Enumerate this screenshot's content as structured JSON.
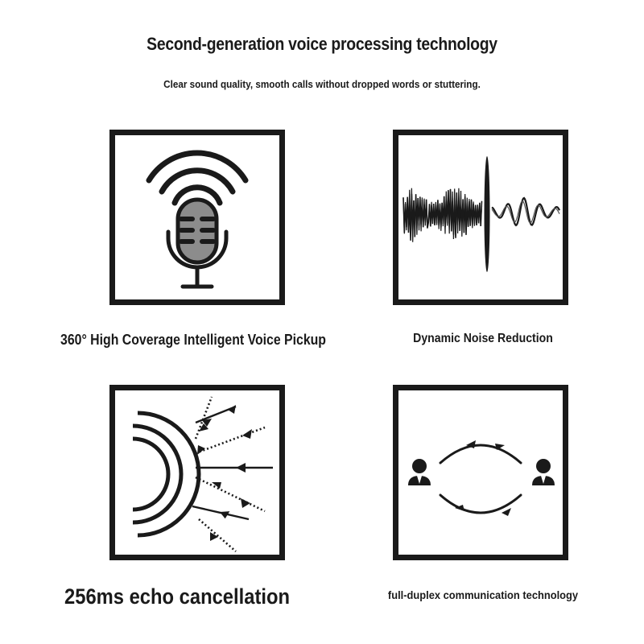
{
  "header": {
    "title": "Second-generation voice processing technology",
    "subtitle": "Clear sound quality, smooth calls without dropped words or stuttering."
  },
  "features": [
    {
      "icon": "microphone-icon",
      "label": "360° High Coverage Intelligent Voice Pickup"
    },
    {
      "icon": "soundwave-icon",
      "label": "Dynamic Noise Reduction"
    },
    {
      "icon": "echo-waves-icon",
      "label": "256ms echo cancellation"
    },
    {
      "icon": "two-way-call-icon",
      "label": "full-duplex communication technology"
    }
  ],
  "colors": {
    "ink": "#1a1a1a",
    "mic_fill": "#8c8c8c",
    "background": "#ffffff"
  }
}
